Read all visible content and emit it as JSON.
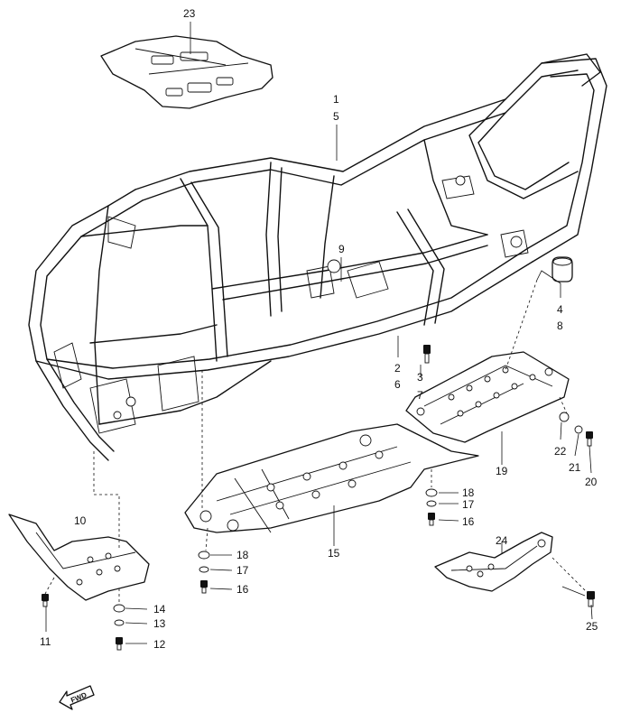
{
  "diagram": {
    "callouts": [
      {
        "id": "c1",
        "text": "1"
      },
      {
        "id": "c5",
        "text": "5"
      },
      {
        "id": "c23",
        "text": "23"
      },
      {
        "id": "c9",
        "text": "9"
      },
      {
        "id": "c4",
        "text": "4"
      },
      {
        "id": "c8",
        "text": "8"
      },
      {
        "id": "c2",
        "text": "2"
      },
      {
        "id": "c6",
        "text": "6"
      },
      {
        "id": "c3",
        "text": "3"
      },
      {
        "id": "c7",
        "text": "7"
      },
      {
        "id": "c22",
        "text": "22"
      },
      {
        "id": "c21",
        "text": "21"
      },
      {
        "id": "c20",
        "text": "20"
      },
      {
        "id": "c19",
        "text": "19"
      },
      {
        "id": "c18a",
        "text": "18"
      },
      {
        "id": "c17a",
        "text": "17"
      },
      {
        "id": "c16a",
        "text": "16"
      },
      {
        "id": "c15",
        "text": "15"
      },
      {
        "id": "c18b",
        "text": "18"
      },
      {
        "id": "c17b",
        "text": "17"
      },
      {
        "id": "c16b",
        "text": "16"
      },
      {
        "id": "c10",
        "text": "10"
      },
      {
        "id": "c14",
        "text": "14"
      },
      {
        "id": "c13",
        "text": "13"
      },
      {
        "id": "c12",
        "text": "12"
      },
      {
        "id": "c11",
        "text": "11"
      },
      {
        "id": "c24",
        "text": "24"
      },
      {
        "id": "c25",
        "text": "25"
      }
    ],
    "fwd_label": "FWD"
  }
}
